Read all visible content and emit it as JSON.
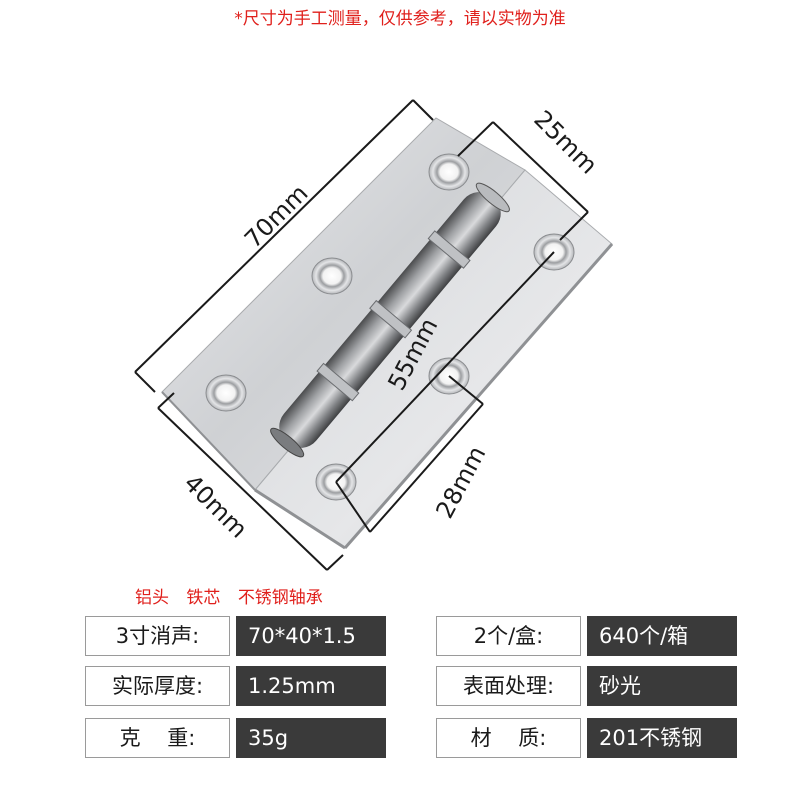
{
  "notice": "*尺寸为手工测量，仅供参考，请以实物为准",
  "dimensions": {
    "length": "70mm",
    "width": "40mm",
    "outer_hole_spacing": "55mm",
    "edge_hole_spacing": "25mm",
    "cross_hole_spacing": "28mm"
  },
  "features": [
    "铝头",
    "铁芯",
    "不锈钢轴承"
  ],
  "specs": [
    {
      "label": "3寸消声:",
      "value": "70*40*1.5"
    },
    {
      "label": "2个/盒:",
      "value": "640个/箱"
    },
    {
      "label": "实际厚度:",
      "value": "1.25mm"
    },
    {
      "label": "表面处理:",
      "value": "砂光"
    },
    {
      "label": "克    重:",
      "value": "35g"
    },
    {
      "label": "材    质:",
      "value": "201不锈钢"
    }
  ],
  "colors": {
    "notice": "#e0201c",
    "value_bg": "#3a3a3a",
    "plate": "#d8d9db",
    "dimension_line": "#1a1a1a"
  }
}
